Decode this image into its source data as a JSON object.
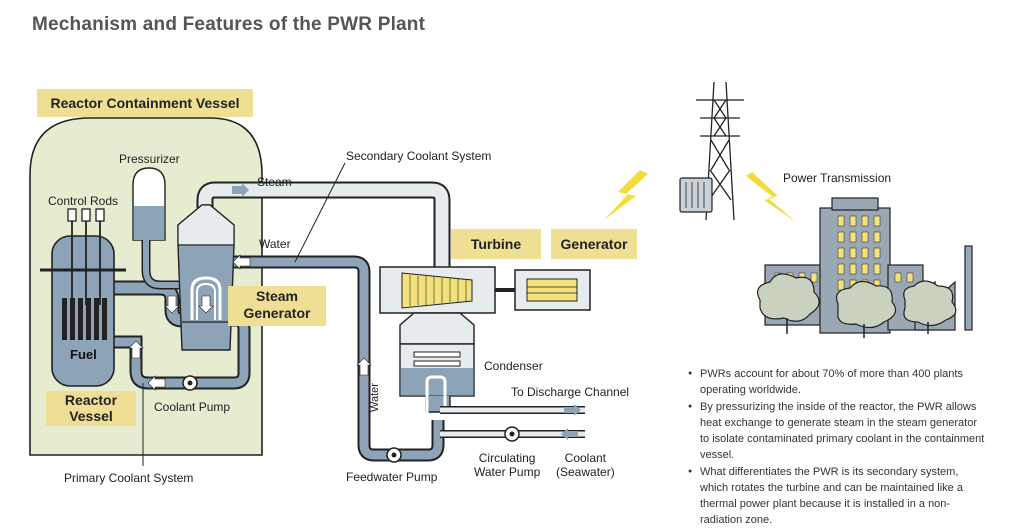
{
  "title": "Mechanism and Features of the PWR Plant",
  "labels": {
    "containment": "Reactor Containment Vessel",
    "pressurizer": "Pressurizer",
    "control_rods": "Control Rods",
    "fuel": "Fuel",
    "reactor_vessel_line1": "Reactor",
    "reactor_vessel_line2": "Vessel",
    "coolant_pump": "Coolant Pump",
    "primary_coolant": "Primary Coolant System",
    "steam_gen_line1": "Steam",
    "steam_gen_line2": "Generator",
    "secondary_coolant": "Secondary Coolant System",
    "steam": "Steam",
    "water": "Water",
    "water_vertical": "Water",
    "turbine": "Turbine",
    "generator": "Generator",
    "condenser": "Condenser",
    "discharge": "To Discharge Channel",
    "circ_pump_line1": "Circulating",
    "circ_pump_line2": "Water Pump",
    "coolant_line1": "Coolant",
    "coolant_line2": "(Seawater)",
    "feedwater_pump": "Feedwater Pump",
    "power_transmission": "Power Transmission"
  },
  "notes": [
    "PWRs account for about 70% of more than 400 plants operating worldwide.",
    "By pressurizing the inside of the reactor, the PWR allows heat exchange to generate steam in the steam generator to isolate contaminated primary coolant in the containment vessel.",
    "What differentiates the PWR is its secondary system, which rotates the turbine and can be maintained like a thermal power plant because it is installed in a non-radiation zone."
  ],
  "colors": {
    "containment_fill": "#e5eccf",
    "label_box": "#efdf94",
    "coolant": "#8da4b8",
    "steam_pipe": "#e6ebee",
    "turbine_yellow": "#f3e27c",
    "lightning": "#f2dc3c",
    "building": "#9aa7b5",
    "tree": "#c9d1bf"
  }
}
